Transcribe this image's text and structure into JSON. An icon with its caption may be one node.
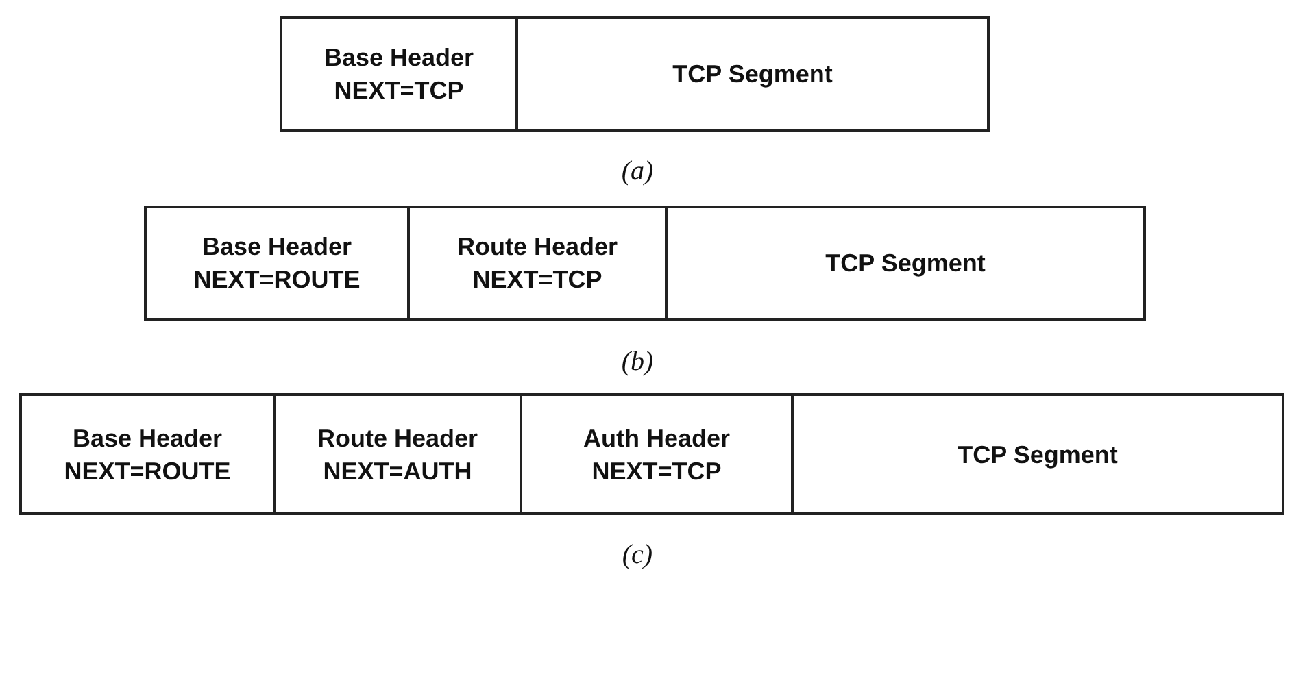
{
  "diagram": {
    "nodes": [
      {
        "text": [
          "Base Header",
          "NEXT=TCP"
        ]
      },
      {
        "text": [
          "TCP Segment"
        ]
      },
      {
        "text": [
          "Base Header",
          "NEXT=ROUTE"
        ]
      },
      {
        "text": [
          "Route Header",
          "NEXT=TCP"
        ]
      },
      {
        "text": [
          "TCP Segment"
        ]
      },
      {
        "text": [
          "Base Header",
          "NEXT=ROUTE"
        ]
      },
      {
        "text": [
          "Route Header",
          "NEXT=AUTH"
        ]
      },
      {
        "text": [
          "Auth Header",
          "NEXT=TCP"
        ]
      },
      {
        "text": [
          "TCP Segment"
        ]
      }
    ],
    "labels": [
      "(a)",
      "(b)",
      "(c)"
    ]
  }
}
